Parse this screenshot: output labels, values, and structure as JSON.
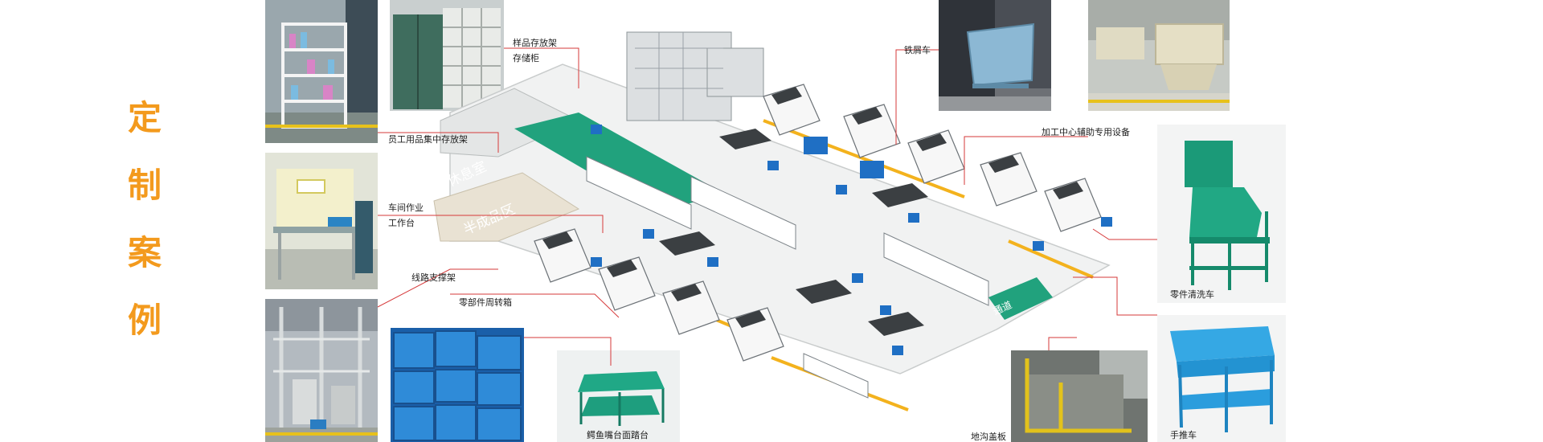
{
  "title_chars": [
    "定",
    "制",
    "案",
    "例"
  ],
  "labels": {
    "sample_shelf": "样品存放架",
    "storage_cabinet": "存储柜",
    "staff_items_shelf": "员工用品集中存放架",
    "workshop_bench_1": "车间作业",
    "workshop_bench_2": "工作台",
    "cable_rack": "线路支撑架",
    "parts_box": "零部件周转箱",
    "platform": "鳄鱼嘴台面踏台",
    "iron_chip_cart": "铁屑车",
    "machining_aux": "加工中心辅助专用设备",
    "parts_wash_cart": "零件清洗车",
    "trench_cover": "地沟盖板",
    "hand_cart": "手推车",
    "rest_room": "休息室",
    "wip_zone": "半成品区",
    "floor_marking": "通道"
  },
  "colors": {
    "accent_orange": "#f39a1d",
    "equipment_green": "#1e9e7e",
    "bin_blue": "#1f6fc4",
    "leader_red": "#d6393a"
  }
}
